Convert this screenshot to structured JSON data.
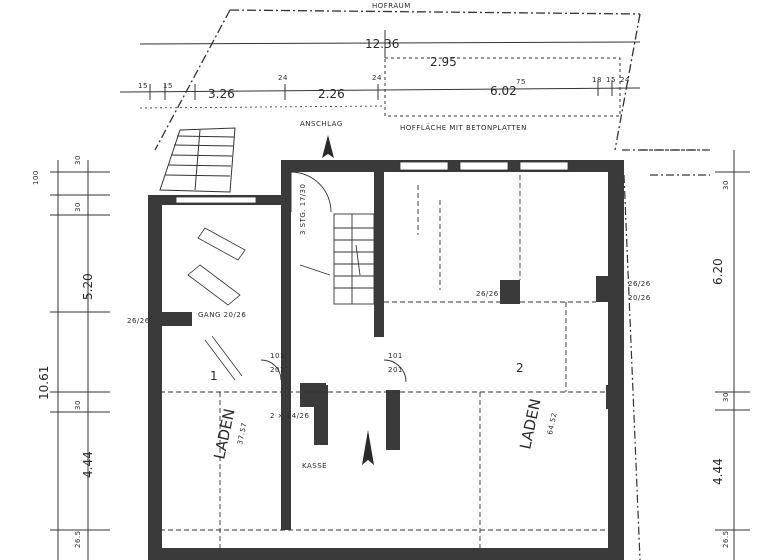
{
  "top_label": "HOFRAUM",
  "dims_top": {
    "overall": "12.36",
    "a": "15",
    "b": "15",
    "c": "3.26",
    "d": "24",
    "e": "2.26",
    "f": "24",
    "g": "2.95",
    "h": "6.02",
    "h_sup": "75",
    "i": "18",
    "j": "15",
    "k": "24"
  },
  "notes": {
    "hof": "HOFFLÄCHE MIT BETONPLATTEN",
    "anschlag": "ANSCHLAG",
    "stair": "3 STG. 17/30",
    "gang": "GANG 20/26",
    "kasse": "KASSE",
    "pier_left": "26/26",
    "pier_right": "26/26",
    "pier_right2": "20/26",
    "pier_lower_left": "2 × 24/26",
    "door_l": "101",
    "door_l2": "201",
    "door_r": "101",
    "door_r2": "201",
    "col_left": "26/26"
  },
  "rooms": [
    {
      "name": "LADEN",
      "number": "1",
      "area": "37.57"
    },
    {
      "name": "LADEN",
      "number": "2",
      "area": "64.52"
    }
  ],
  "dims_left": {
    "top": "100",
    "a": "30",
    "b": "30",
    "c": "5.20",
    "overall": "10.61",
    "d": "30",
    "e": "4.44",
    "f": "26.5"
  },
  "dims_right": {
    "a": "30",
    "b": "6.20",
    "c": "30",
    "d": "4.44",
    "e": "26.5"
  }
}
